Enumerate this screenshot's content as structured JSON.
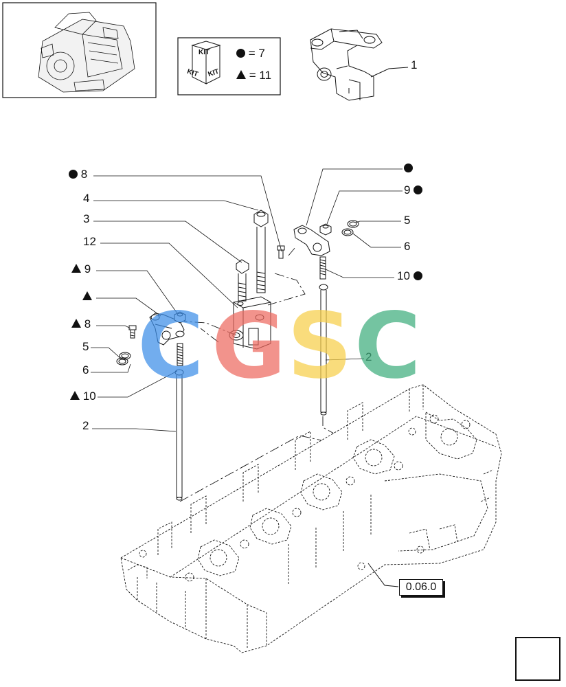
{
  "kit_legend": {
    "kit_label": "KIT",
    "circle_count": "= 7",
    "triangle_count": "= 11"
  },
  "callouts": {
    "c1": "1",
    "c8_top": "8",
    "c4": "4",
    "c3": "3",
    "c12": "12",
    "c9_left": "9",
    "c8_left": "8",
    "c5_left": "5",
    "c6_left": "6",
    "c10_left": "10",
    "c2_left": "2",
    "c9_right": "9",
    "c5_right": "5",
    "c6_right": "6",
    "c10_right": "10",
    "c2_right": "2"
  },
  "reference_box": "0.06.0",
  "watermark": {
    "letters": [
      "C",
      "G",
      "S",
      "C"
    ],
    "colors": [
      "#3d8ee8",
      "#ee6a60",
      "#f7cf4a",
      "#3fae7e"
    ]
  }
}
